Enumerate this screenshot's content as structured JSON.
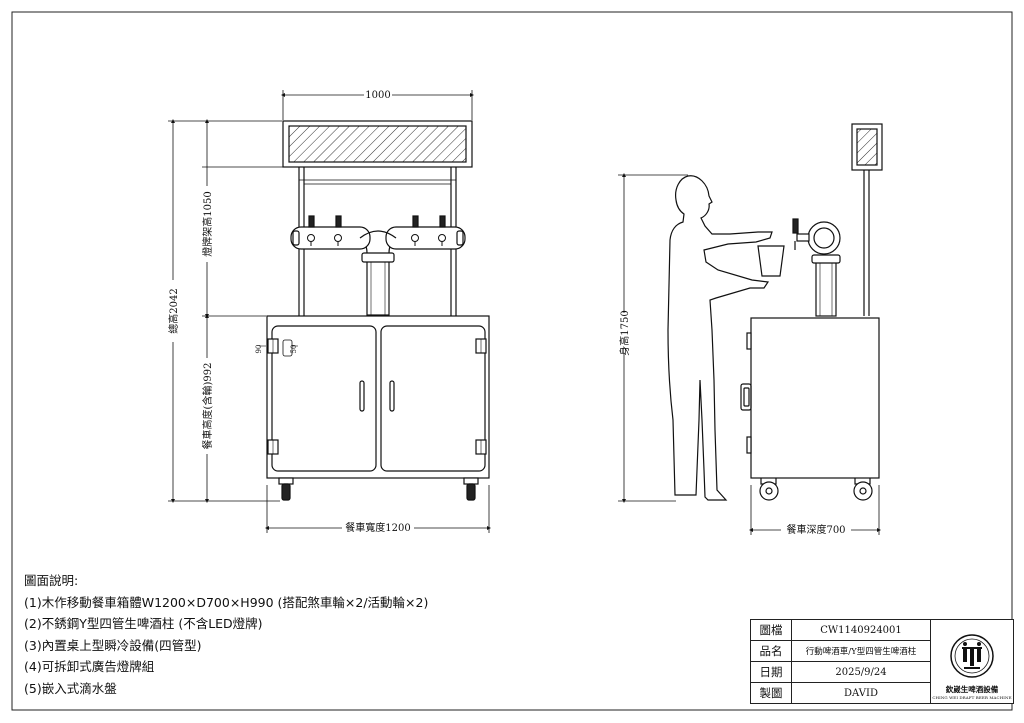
{
  "dimensions": {
    "sign_width": "1000",
    "sign_height": "燈牌架高1050",
    "total_height": "總高2042",
    "cart_height": "餐車高度(含輪)992",
    "cart_width": "餐車寬度1200",
    "person_height": "身高1750",
    "cart_depth": "餐車深度700",
    "hinge_left": "90",
    "hinge_right": "50"
  },
  "notes": {
    "heading": "圖面說明:",
    "items": [
      "(1)木作移動餐車箱體W1200×D700×H990 (搭配煞車輪×2/活動輪×2)",
      "(2)不銹鋼Y型四管生啤酒柱 (不含LED燈牌)",
      "(3)內置桌上型瞬冷設備(四管型)",
      "(4)可拆卸式廣告燈牌組",
      "(5)嵌入式滴水盤"
    ]
  },
  "title_block": {
    "drawing_no_label": "圖檔",
    "drawing_no": "CW1140924001",
    "product_label": "品名",
    "product": "行動啤酒車/Y型四管生啤酒柱",
    "date_label": "日期",
    "date": "2025/9/24",
    "drafter_label": "製圖",
    "drafter": "DAVID",
    "company": "欽崴生啤酒設備",
    "company_en": "CHING WEI DRAFT BEER MACHINE",
    "logo_icon": "beer-tap-logo-icon"
  }
}
